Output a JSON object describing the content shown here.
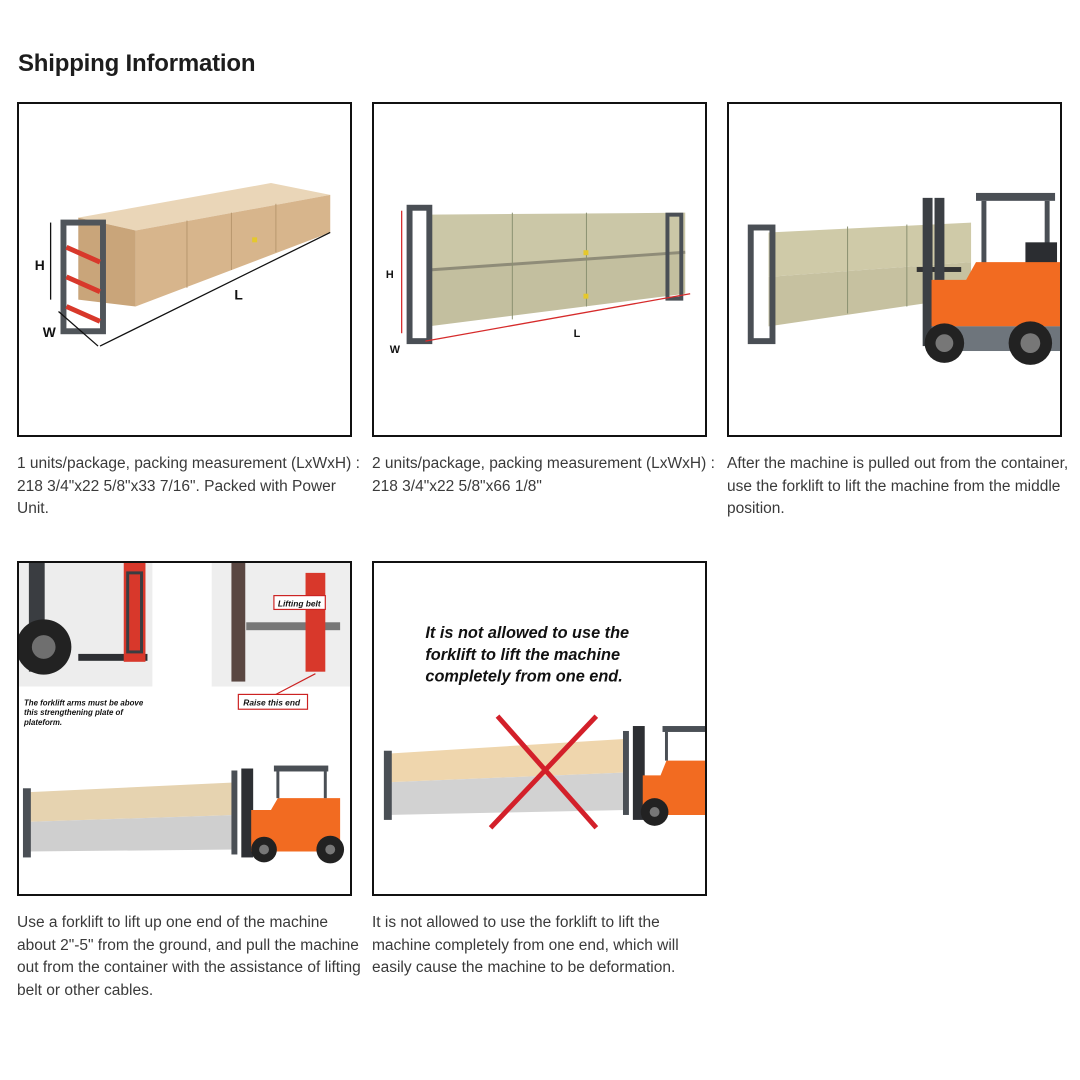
{
  "page": {
    "title": "Shipping Information"
  },
  "cards": [
    {
      "caption": "1 units/package, packing measurement (LxWxH) : 218 3/4\"x22 5/8\"x33 7/16\". Packed with Power Unit.",
      "labels": {
        "h": "H",
        "w": "W",
        "l": "L"
      }
    },
    {
      "caption": "2 units/package, packing measurement (LxWxH) : 218 3/4\"x22 5/8\"x66 1/8\"",
      "labels": {
        "h": "H",
        "w": "W",
        "l": "L"
      }
    },
    {
      "caption": "After the machine is pulled out from the container, use the forklift to lift the machine from the middle position."
    },
    {
      "caption": "Use a forklift to lift up one end of the machine about 2\"-5\" from the ground, and pull the machine out from the container with the assistance of lifting belt or other cables.",
      "callouts": {
        "lifting_belt": "Lifting belt",
        "raise_end": "Raise this end",
        "note_1": "The forklift arms must be above",
        "note_2": "this strengthening plate of",
        "note_3": "plateform."
      }
    },
    {
      "caption": "It is not allowed to use the forklift to lift the machine completely from one end, which will easily cause the machine to be deformation.",
      "warning": {
        "line_1": "It is not allowed to use the",
        "line_2": "forklift to lift the machine",
        "line_3": "completely from one end."
      }
    }
  ],
  "colors": {
    "frame": "#111111",
    "box": "#d8b890",
    "pallet": "#4a4f55",
    "forklift": "#f26b21",
    "x_mark": "#d3202a",
    "dim_line": "#d62b2b"
  }
}
